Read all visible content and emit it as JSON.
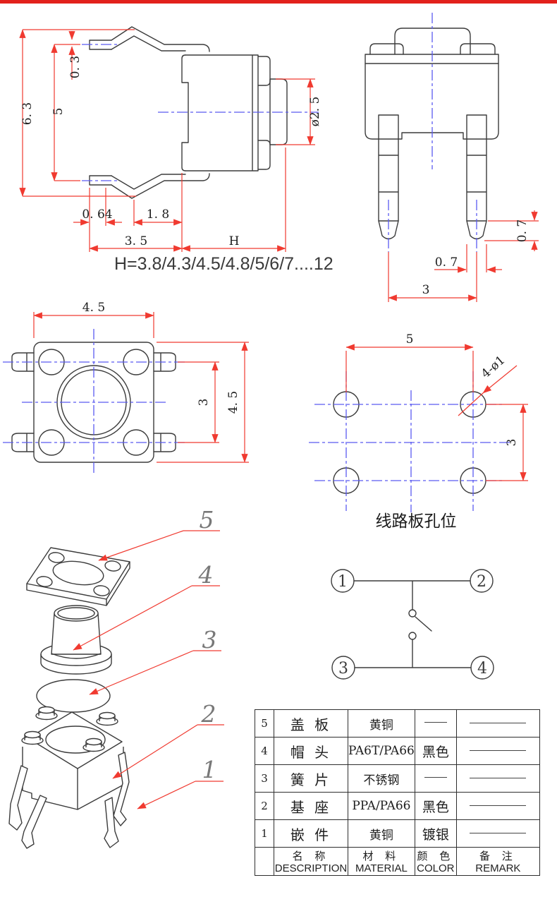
{
  "drawing": {
    "side_view": {
      "dim_overall_height": "6. 3",
      "dim_body_height": "5",
      "dim_lead_offset": "0. 3",
      "dim_stem_diameter": "ø2. 5",
      "dim_foot_length": "0. 64",
      "dim_bend_length": "1. 8",
      "dim_body_depth": "3. 5",
      "dim_height_letter": "H",
      "height_note": "H=3.8/4.3/4.5/4.8/5/6/7....12"
    },
    "front_view": {
      "dim_tip_length": "0. 7",
      "dim_pin_width": "0. 7",
      "dim_pin_pitch": "3"
    },
    "top_view": {
      "dim_width": "4. 5",
      "dim_tab_pitch": "3",
      "dim_height": "4. 5"
    },
    "pcb_view": {
      "dim_hole_pitch_x": "5",
      "dim_hole_pitch_y": "3",
      "dim_hole_callout": "4-ø1",
      "caption": "线路板孔位"
    },
    "exploded": {
      "labels": [
        "5",
        "4",
        "3",
        "2",
        "1"
      ]
    },
    "schematic": {
      "terminals": [
        "1",
        "2",
        "3",
        "4"
      ]
    }
  },
  "table": {
    "header": {
      "name_zh": "名  称",
      "name_en": "DESCRIPTION",
      "material_zh": "材  料",
      "material_en": "MATERIAL",
      "color_zh": "颜 色",
      "color_en": "COLOR",
      "remark_zh": "备 注",
      "remark_en": "REMARK"
    },
    "rows": [
      {
        "no": "5",
        "name": "盖 板",
        "material": "黄铜",
        "color": "—",
        "remark": "—"
      },
      {
        "no": "4",
        "name": "帽 头",
        "material": "PA6T/PA66",
        "color": "黑色",
        "remark": "—"
      },
      {
        "no": "3",
        "name": "簧 片",
        "material": "不锈钢",
        "color": "—",
        "remark": "—"
      },
      {
        "no": "2",
        "name": "基 座",
        "material": "PPA/PA66",
        "color": "黑色",
        "remark": "—"
      },
      {
        "no": "1",
        "name": "嵌 件",
        "material": "黄铜",
        "color": "镀银",
        "remark": "—"
      }
    ]
  },
  "colors": {
    "dimension_red": "#f03a30",
    "centerline_blue": "#5a5af0",
    "line_black": "#3b3b3b",
    "top_bar_red": "#e2211c"
  }
}
